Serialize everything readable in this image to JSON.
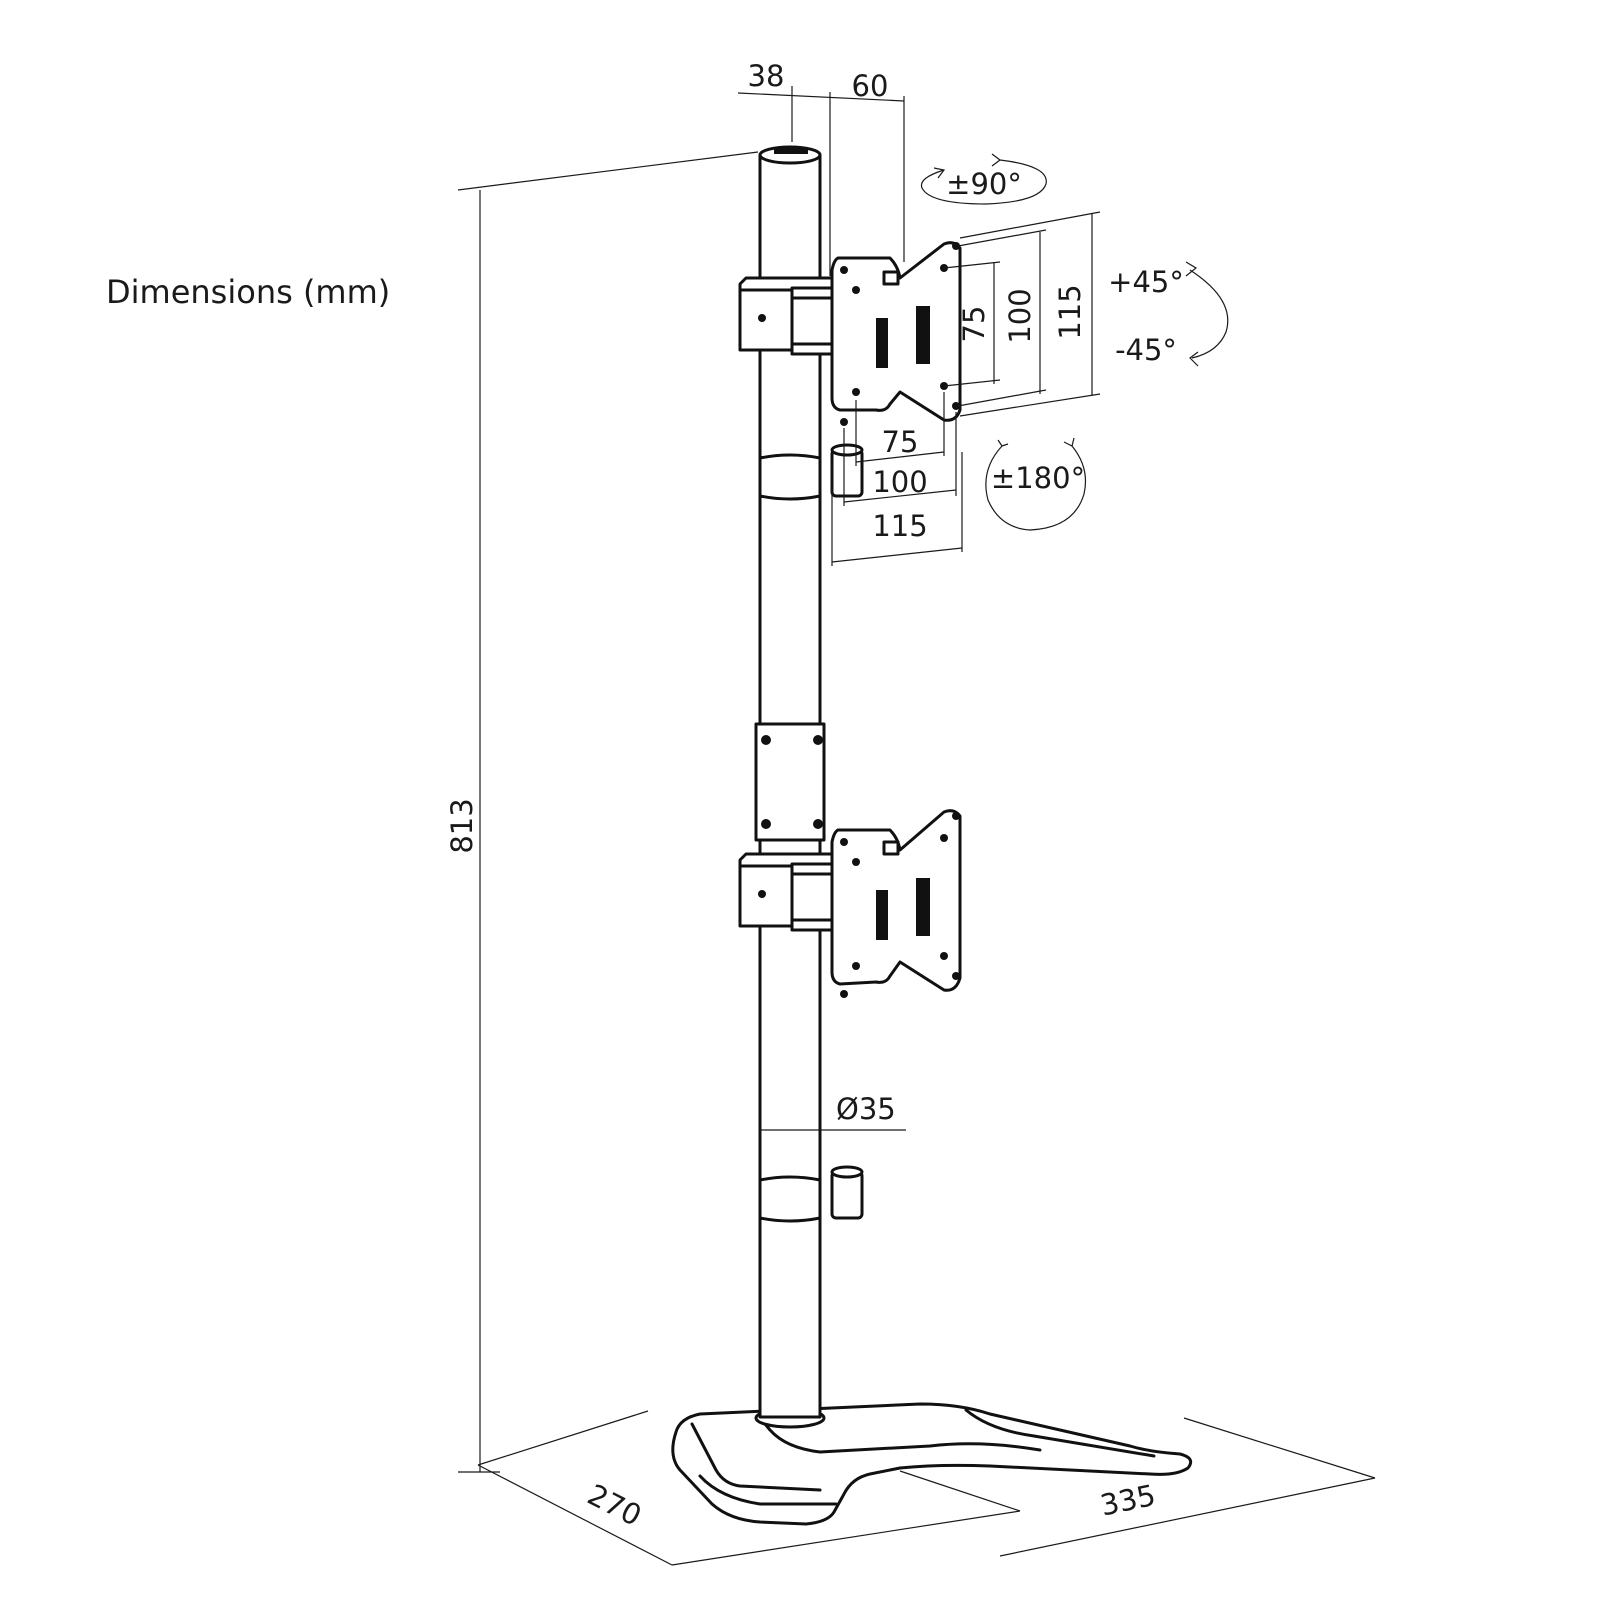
{
  "title": "Dimensions (mm)",
  "dimensions": {
    "height": "813",
    "depth": "270",
    "width": "335",
    "pole_diameter": "Ø35",
    "pole_offset": "38",
    "arm_offset": "60",
    "vesa_h_75": "75",
    "vesa_h_100": "100",
    "vesa_h_115": "115",
    "vesa_v_75": "75",
    "vesa_v_100": "100",
    "vesa_v_115": "115"
  },
  "rotations": {
    "swivel": "±90°",
    "tilt_up": "+45°",
    "tilt_down": "-45°",
    "rotate": "±180°"
  }
}
